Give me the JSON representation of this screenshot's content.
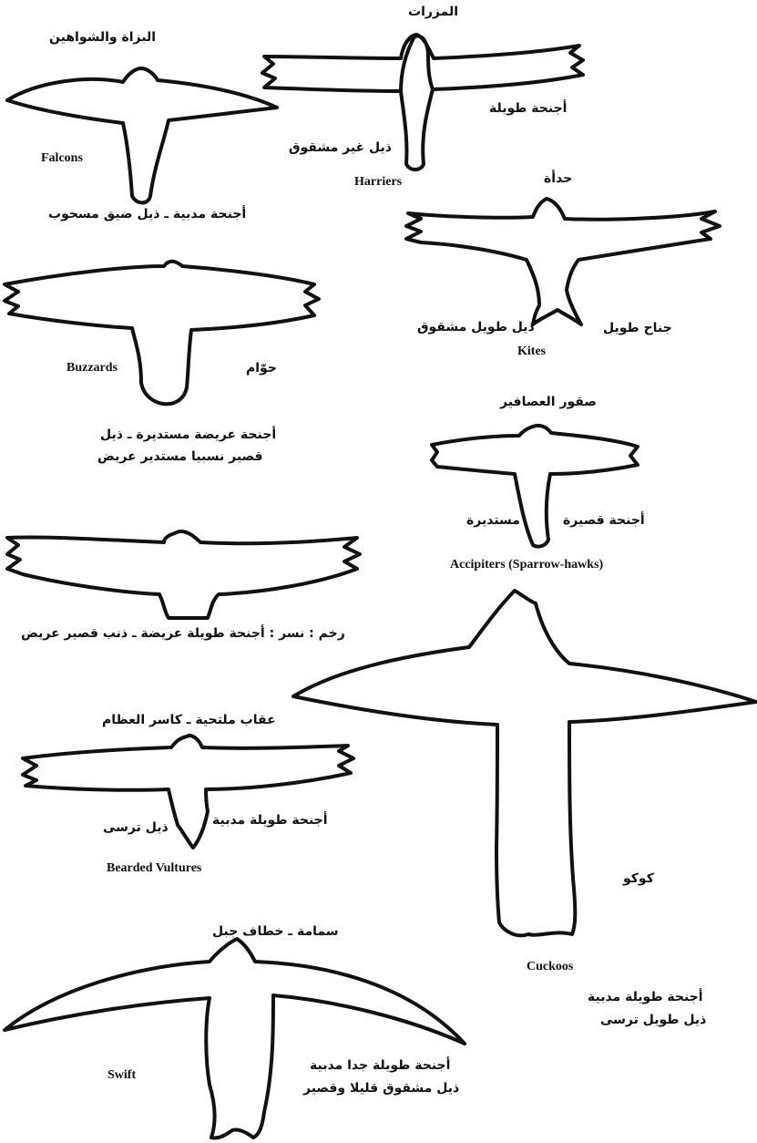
{
  "birds": [
    {
      "id": "falcons",
      "english": "Falcons",
      "arabic_name": "البزاة والشواهين",
      "arabic_desc": "أجنحة مدبية ـ ذيل ضيق مسحوب"
    },
    {
      "id": "harriers",
      "english": "Harriers",
      "arabic_name": "المزرات",
      "arabic_wing": "أجنحة طويلة",
      "arabic_tail": "ذيل غير مشقوق"
    },
    {
      "id": "kites",
      "english": "Kites",
      "arabic_name": "حدأة",
      "arabic_wing": "جناح طويل",
      "arabic_tail": "ذيل طويل مشقوق"
    },
    {
      "id": "buzzards",
      "english": "Buzzards",
      "arabic_name": "حوّام",
      "arabic_desc_1": "أجنحة عريضة مستديرة ـ ذيل",
      "arabic_desc_2": "قصير نسبيا مستدير عريض"
    },
    {
      "id": "accipiters",
      "english": "Accipiters   (Sparrow-hawks)",
      "arabic_name": "صقور العصافير",
      "arabic_wing": "أجنحة قصيرة",
      "arabic_tail": "مستديرة"
    },
    {
      "id": "vultures",
      "arabic_desc": "رخم : نسر : أجنحة طويلة عريضة ـ ذنب قصير عريض"
    },
    {
      "id": "bearded",
      "english": "Bearded Vultures",
      "arabic_name": "عقاب ملتحية ـ  كاسر العظام",
      "arabic_wing": "أجنحة طويلة مدبية",
      "arabic_tail": "ذيل ترسى"
    },
    {
      "id": "cuckoos",
      "english": "Cuckoos",
      "arabic_name": "كوكو",
      "arabic_desc_1": "أجنحة طويلة مدبية",
      "arabic_desc_2": "ذيل طويل ترسى"
    },
    {
      "id": "swift",
      "english": "Swift",
      "arabic_name": "سمامة ـ خطاف جبل",
      "arabic_desc_1": "أجنحة طويلة جدا مدبية",
      "arabic_desc_2": "ذيل مشقوق قليلا وقصير"
    }
  ]
}
